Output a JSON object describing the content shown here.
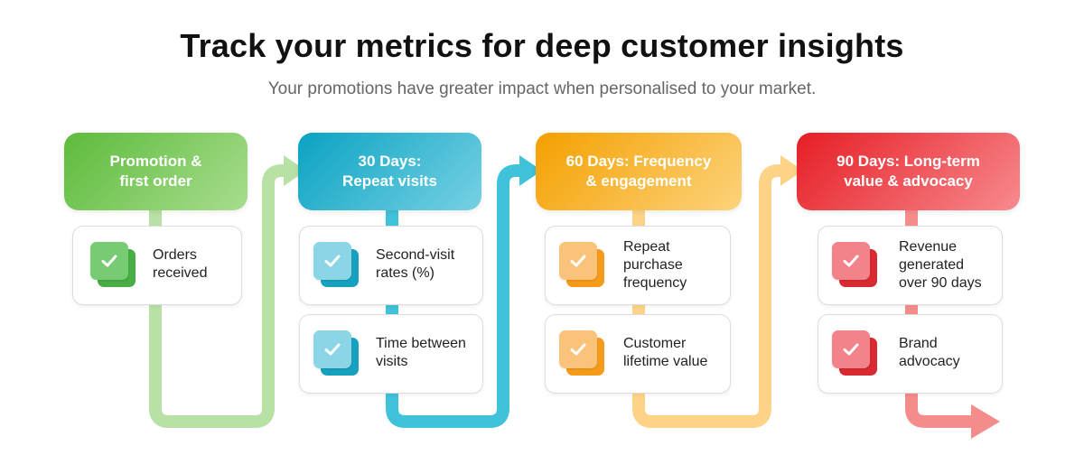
{
  "title": "Track your metrics for deep customer insights",
  "subtitle": "Your promotions have greater impact when personalised to your market.",
  "colors": {
    "green": "#5dbb3c",
    "blue": "#0aa3c2",
    "orange": "#f4a000",
    "red": "#e61e25"
  },
  "icons": {
    "metric": "check-icon"
  },
  "stages": [
    {
      "label": "Promotion &\nfirst order",
      "metrics": [
        "Orders\nreceived"
      ]
    },
    {
      "label": "30 Days:\nRepeat visits",
      "metrics": [
        "Second-visit\nrates (%)",
        "Time between\nvisits"
      ]
    },
    {
      "label": "60 Days: Frequency\n& engagement",
      "metrics": [
        "Repeat\npurchase\nfrequency",
        "Customer\nlifetime value"
      ]
    },
    {
      "label": "90 Days: Long-term\nvalue & advocacy",
      "metrics": [
        "Revenue\ngenerated\nover 90 days",
        "Brand\nadvocacy"
      ]
    }
  ]
}
